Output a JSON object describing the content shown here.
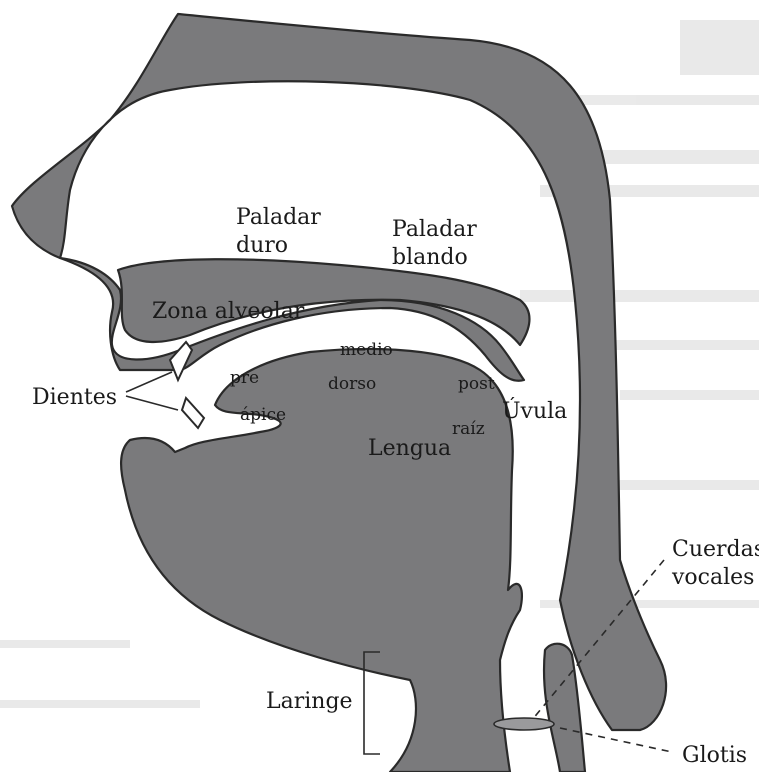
{
  "colors": {
    "tissue": "#7a7a7c",
    "outline": "#2a2a2a",
    "background": "#ffffff"
  },
  "labels": {
    "paladar_duro_1": "Paladar",
    "paladar_duro_2": "duro",
    "paladar_blando_1": "Paladar",
    "paladar_blando_2": "blando",
    "zona_alveolar": "Zona alveolar",
    "medio": "medio",
    "pre": "pre",
    "dorso": "dorso",
    "post": "post",
    "dientes": "Dientes",
    "apice": "ápice",
    "uvula": "Úvula",
    "raiz": "raíz",
    "lengua": "Lengua",
    "cuerdas_1": "Cuerdas",
    "cuerdas_2": "vocales",
    "laringe": "Laringe",
    "glotis": "Glotis"
  }
}
